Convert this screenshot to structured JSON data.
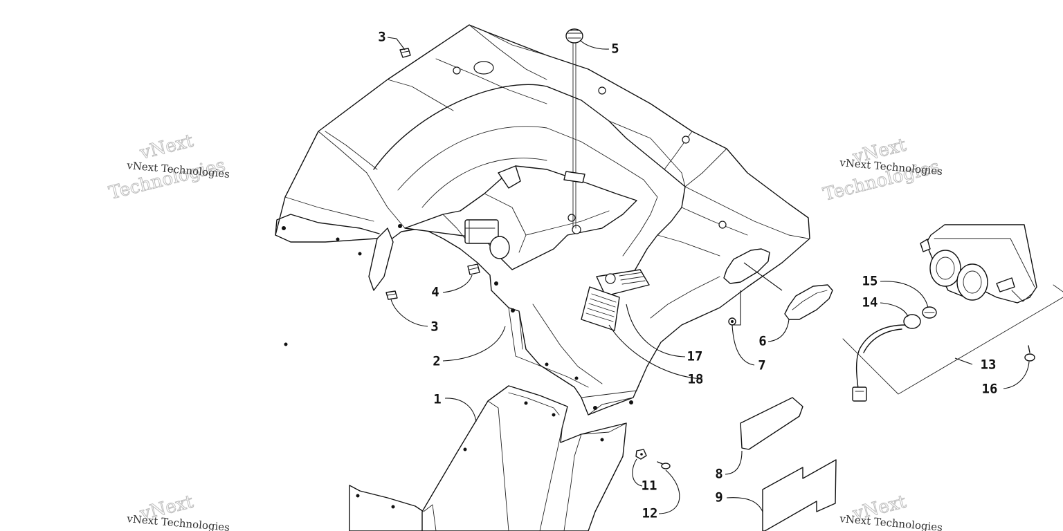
{
  "watermark": {
    "line1": "vNext Technologies",
    "big_top": "vNext",
    "big_bottom": "Technologies"
  },
  "callouts": [
    {
      "id": "c1",
      "label": "1"
    },
    {
      "id": "c2",
      "label": "2"
    },
    {
      "id": "c3a",
      "label": "3"
    },
    {
      "id": "c3b",
      "label": "3"
    },
    {
      "id": "c4",
      "label": "4"
    },
    {
      "id": "c5",
      "label": "5"
    },
    {
      "id": "c6",
      "label": "6"
    },
    {
      "id": "c7",
      "label": "7"
    },
    {
      "id": "c8",
      "label": "8"
    },
    {
      "id": "c9",
      "label": "9"
    },
    {
      "id": "c11",
      "label": "11"
    },
    {
      "id": "c12",
      "label": "12"
    },
    {
      "id": "c13",
      "label": "13"
    },
    {
      "id": "c14",
      "label": "14"
    },
    {
      "id": "c15",
      "label": "15"
    },
    {
      "id": "c16",
      "label": "16"
    },
    {
      "id": "c17",
      "label": "17"
    },
    {
      "id": "c18",
      "label": "18"
    }
  ]
}
